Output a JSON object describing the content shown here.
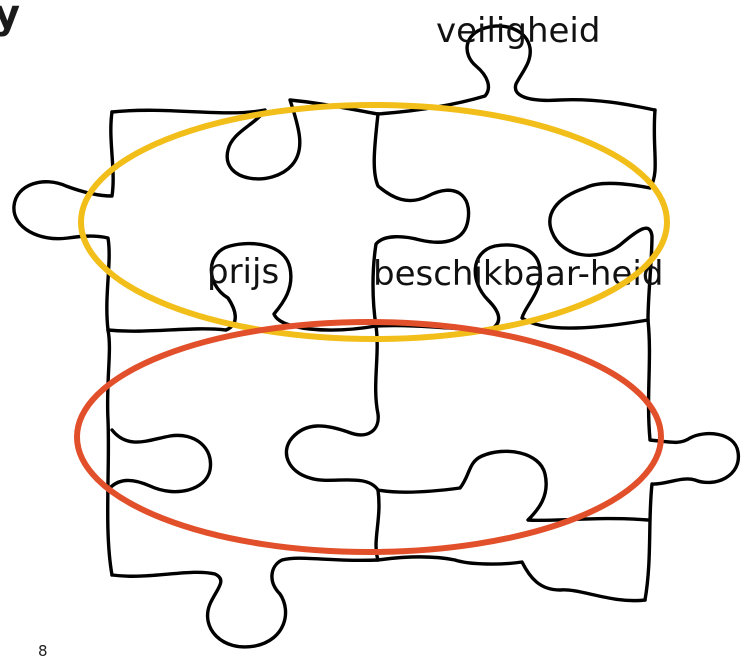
{
  "slide": {
    "title_fragment": "y",
    "page_number": "8"
  },
  "puzzle": {
    "pieces": [
      {
        "id": "top-left",
        "label": ""
      },
      {
        "id": "top-right",
        "label": "veiligheid"
      },
      {
        "id": "middle-left",
        "label": "prijs"
      },
      {
        "id": "middle-right",
        "label": "beschikbaar-heid"
      },
      {
        "id": "bottom-left",
        "label": ""
      },
      {
        "id": "bottom-right",
        "label": ""
      }
    ]
  },
  "highlights": [
    {
      "id": "upper",
      "color": "#F2BE1A"
    },
    {
      "id": "lower",
      "color": "#E2502B"
    }
  ]
}
